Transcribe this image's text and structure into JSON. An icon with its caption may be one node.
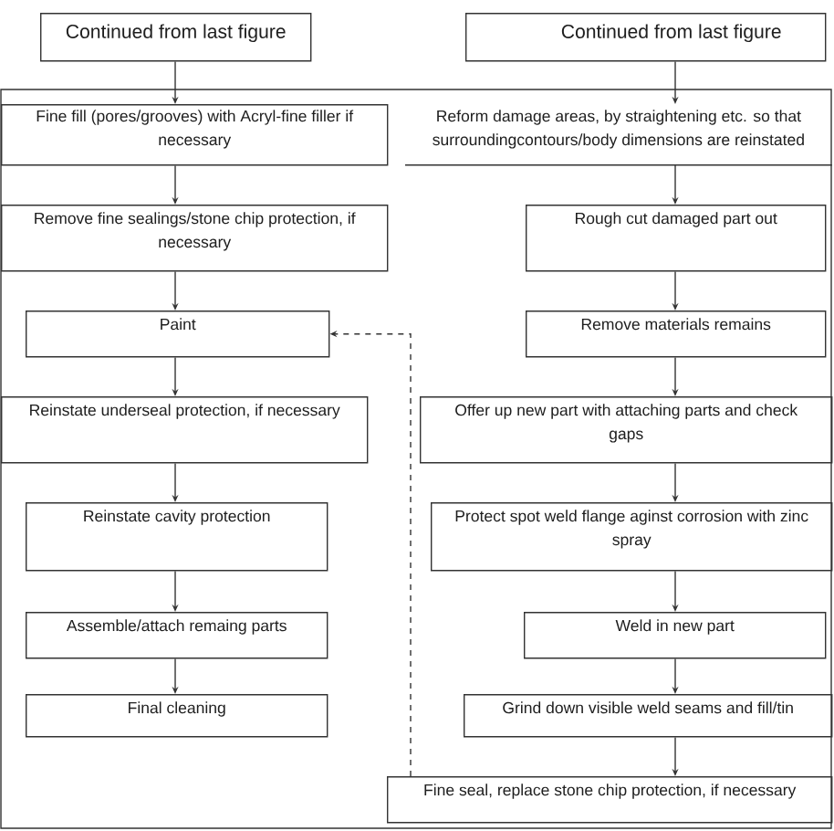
{
  "diagram": {
    "nodes": [
      {
        "text": [
          "Continued from last figure"
        ]
      },
      {
        "text": [
          "Fine fill (pores/grooves) with Acryl-fine filler if necessary"
        ]
      },
      {
        "text": [
          "Remove fine sealings/stone chip protection, if necessary"
        ]
      },
      {
        "text": [
          "Paint"
        ]
      },
      {
        "text": [
          "Reinstate underseal protection, if necessary"
        ]
      },
      {
        "text": [
          "Reinstate cavity protection"
        ]
      },
      {
        "text": [
          "Assemble/attach remaing parts"
        ]
      },
      {
        "text": [
          "Final cleaning"
        ]
      },
      {
        "text": [
          "Continued from last figure"
        ]
      },
      {
        "text": [
          "Reform damage areas, by straightening etc. so that surroundingcontours/body dimensions are reinstated"
        ]
      },
      {
        "text": [
          "Rough cut damaged part out"
        ]
      },
      {
        "text": [
          "Remove materials remains"
        ]
      },
      {
        "text": [
          "Offer up new part with attaching parts and check gaps"
        ]
      },
      {
        "text": [
          "Protect spot weld flange aginst corrosion with zinc spray"
        ]
      },
      {
        "text": [
          "Weld in new part"
        ]
      },
      {
        "text": [
          "Grind down visible weld seams and fill/tin"
        ]
      },
      {
        "text": [
          "Fine seal, replace stone chip protection, if necessary"
        ]
      }
    ],
    "edges": [
      {
        "from": 0,
        "to": 1,
        "arrow": "to"
      },
      {
        "from": 1,
        "to": 2,
        "arrow": "to"
      },
      {
        "from": 2,
        "to": 3,
        "arrow": "to"
      },
      {
        "from": 3,
        "to": 4,
        "arrow": "to"
      },
      {
        "from": 4,
        "to": 5,
        "arrow": "to"
      },
      {
        "from": 5,
        "to": 6,
        "arrow": "to"
      },
      {
        "from": 6,
        "to": 7,
        "arrow": "to"
      },
      {
        "from": 8,
        "to": 9,
        "arrow": "to"
      },
      {
        "from": 9,
        "to": 10,
        "arrow": "to"
      },
      {
        "from": 10,
        "to": 11,
        "arrow": "to"
      },
      {
        "from": 11,
        "to": 12,
        "arrow": "to"
      },
      {
        "from": 12,
        "to": 13,
        "arrow": "to"
      },
      {
        "from": 13,
        "to": 14,
        "arrow": "to"
      },
      {
        "from": 14,
        "to": 15,
        "arrow": "to"
      },
      {
        "from": 15,
        "to": 16,
        "arrow": "to"
      },
      {
        "from": 16,
        "to": 3,
        "arrow": "to",
        "style": "dashed"
      }
    ]
  }
}
